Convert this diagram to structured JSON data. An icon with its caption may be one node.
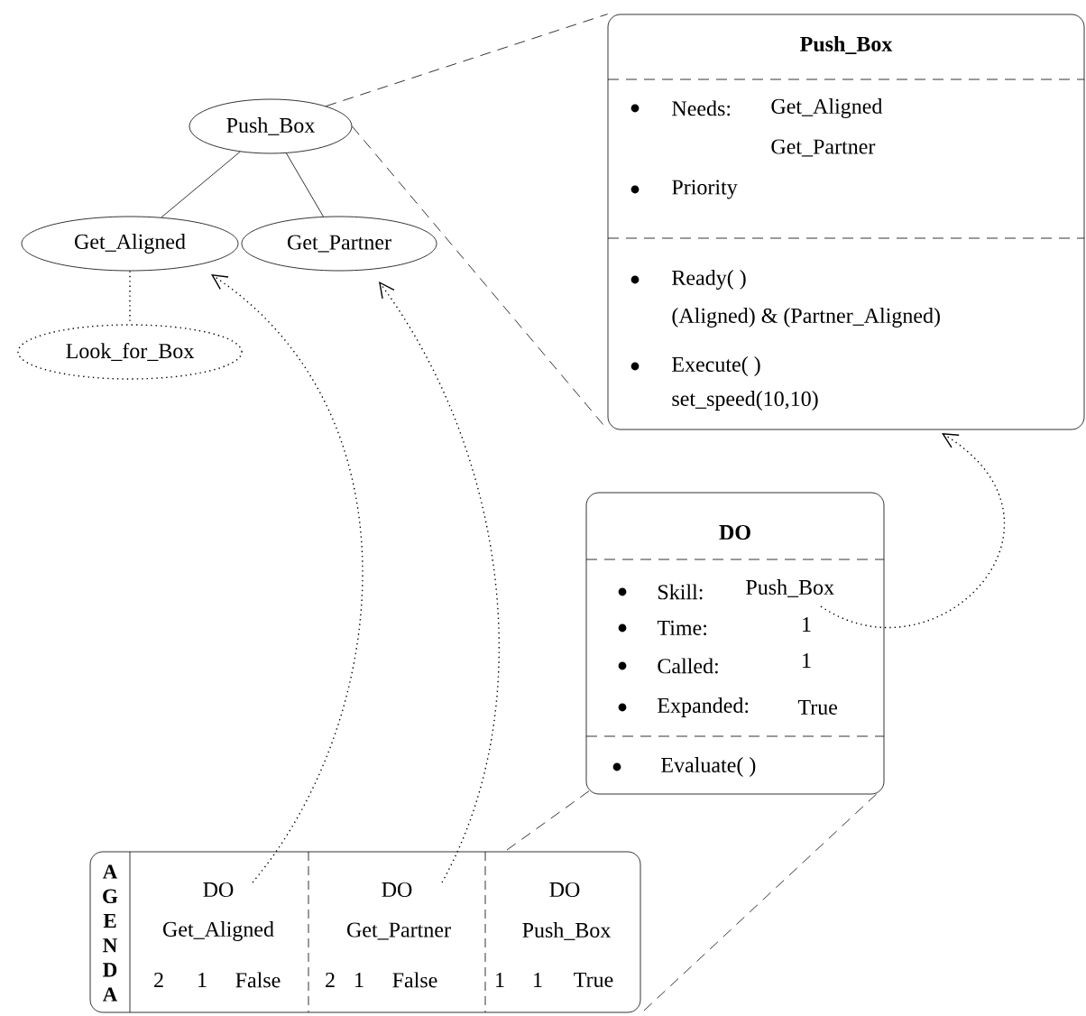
{
  "diagram": {
    "nodes": [
      {
        "text": [
          "Push_Box"
        ]
      },
      {
        "text": [
          "Get_Aligned"
        ]
      },
      {
        "text": [
          "Get_Partner"
        ]
      },
      {
        "text": [
          "Look_for_Box"
        ]
      },
      {
        "text": [
          "Push_Box",
          "Needs:",
          "Get_Aligned",
          "Get_Partner",
          "Priority",
          "Ready( )",
          "(Aligned) & (Partner_Aligned)",
          "Execute( )",
          "set_speed(10,10)"
        ]
      },
      {
        "text": [
          "DO",
          "Skill:",
          "Push_Box",
          "Time:",
          "1",
          "Called:",
          "1",
          "Expanded:",
          "True",
          "Evaluate( )"
        ]
      },
      {
        "text": [
          "AGENDA"
        ]
      },
      {
        "text": [
          "DO",
          "Get_Aligned",
          "2",
          "1",
          "False"
        ],
        "in": 6
      },
      {
        "text": [
          "DO",
          "Get_Partner",
          "2",
          "1",
          "False"
        ],
        "in": 6
      },
      {
        "text": [
          "DO",
          "Push_Box",
          "1",
          "1",
          "True"
        ],
        "in": 6
      }
    ],
    "edges": [
      {
        "from": 0,
        "to": 1,
        "arrow": "none"
      },
      {
        "from": 0,
        "to": 2,
        "arrow": "none"
      },
      {
        "from": 1,
        "to": 3,
        "arrow": "none",
        "style": "dashed"
      },
      {
        "from": 0,
        "to": 4,
        "arrow": "none",
        "style": "dashed"
      },
      {
        "from": 0,
        "to": 4,
        "arrow": "none",
        "style": "dashed"
      },
      {
        "from": 7,
        "to": 1,
        "arrow": "to",
        "style": "dashed"
      },
      {
        "from": 8,
        "to": 2,
        "arrow": "to",
        "style": "dashed"
      },
      {
        "from": 5,
        "to": 4,
        "arrow": "to",
        "style": "dashed"
      },
      {
        "from": 9,
        "to": 5,
        "arrow": "none",
        "style": "dashed"
      },
      {
        "from": 9,
        "to": 5,
        "arrow": "none",
        "style": "dashed"
      }
    ]
  }
}
